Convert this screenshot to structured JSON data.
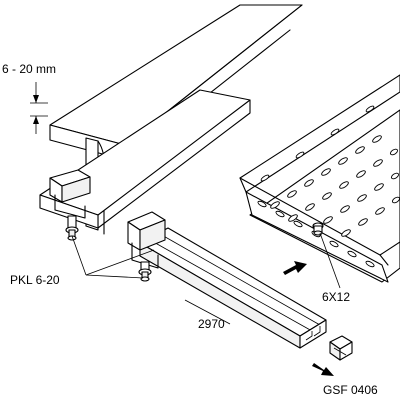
{
  "labels": {
    "gap": "6 - 20 mm",
    "clamp": "PKL 6-20",
    "screw": "6X12",
    "rail_length": "2970",
    "connector": "GSF 0406"
  }
}
